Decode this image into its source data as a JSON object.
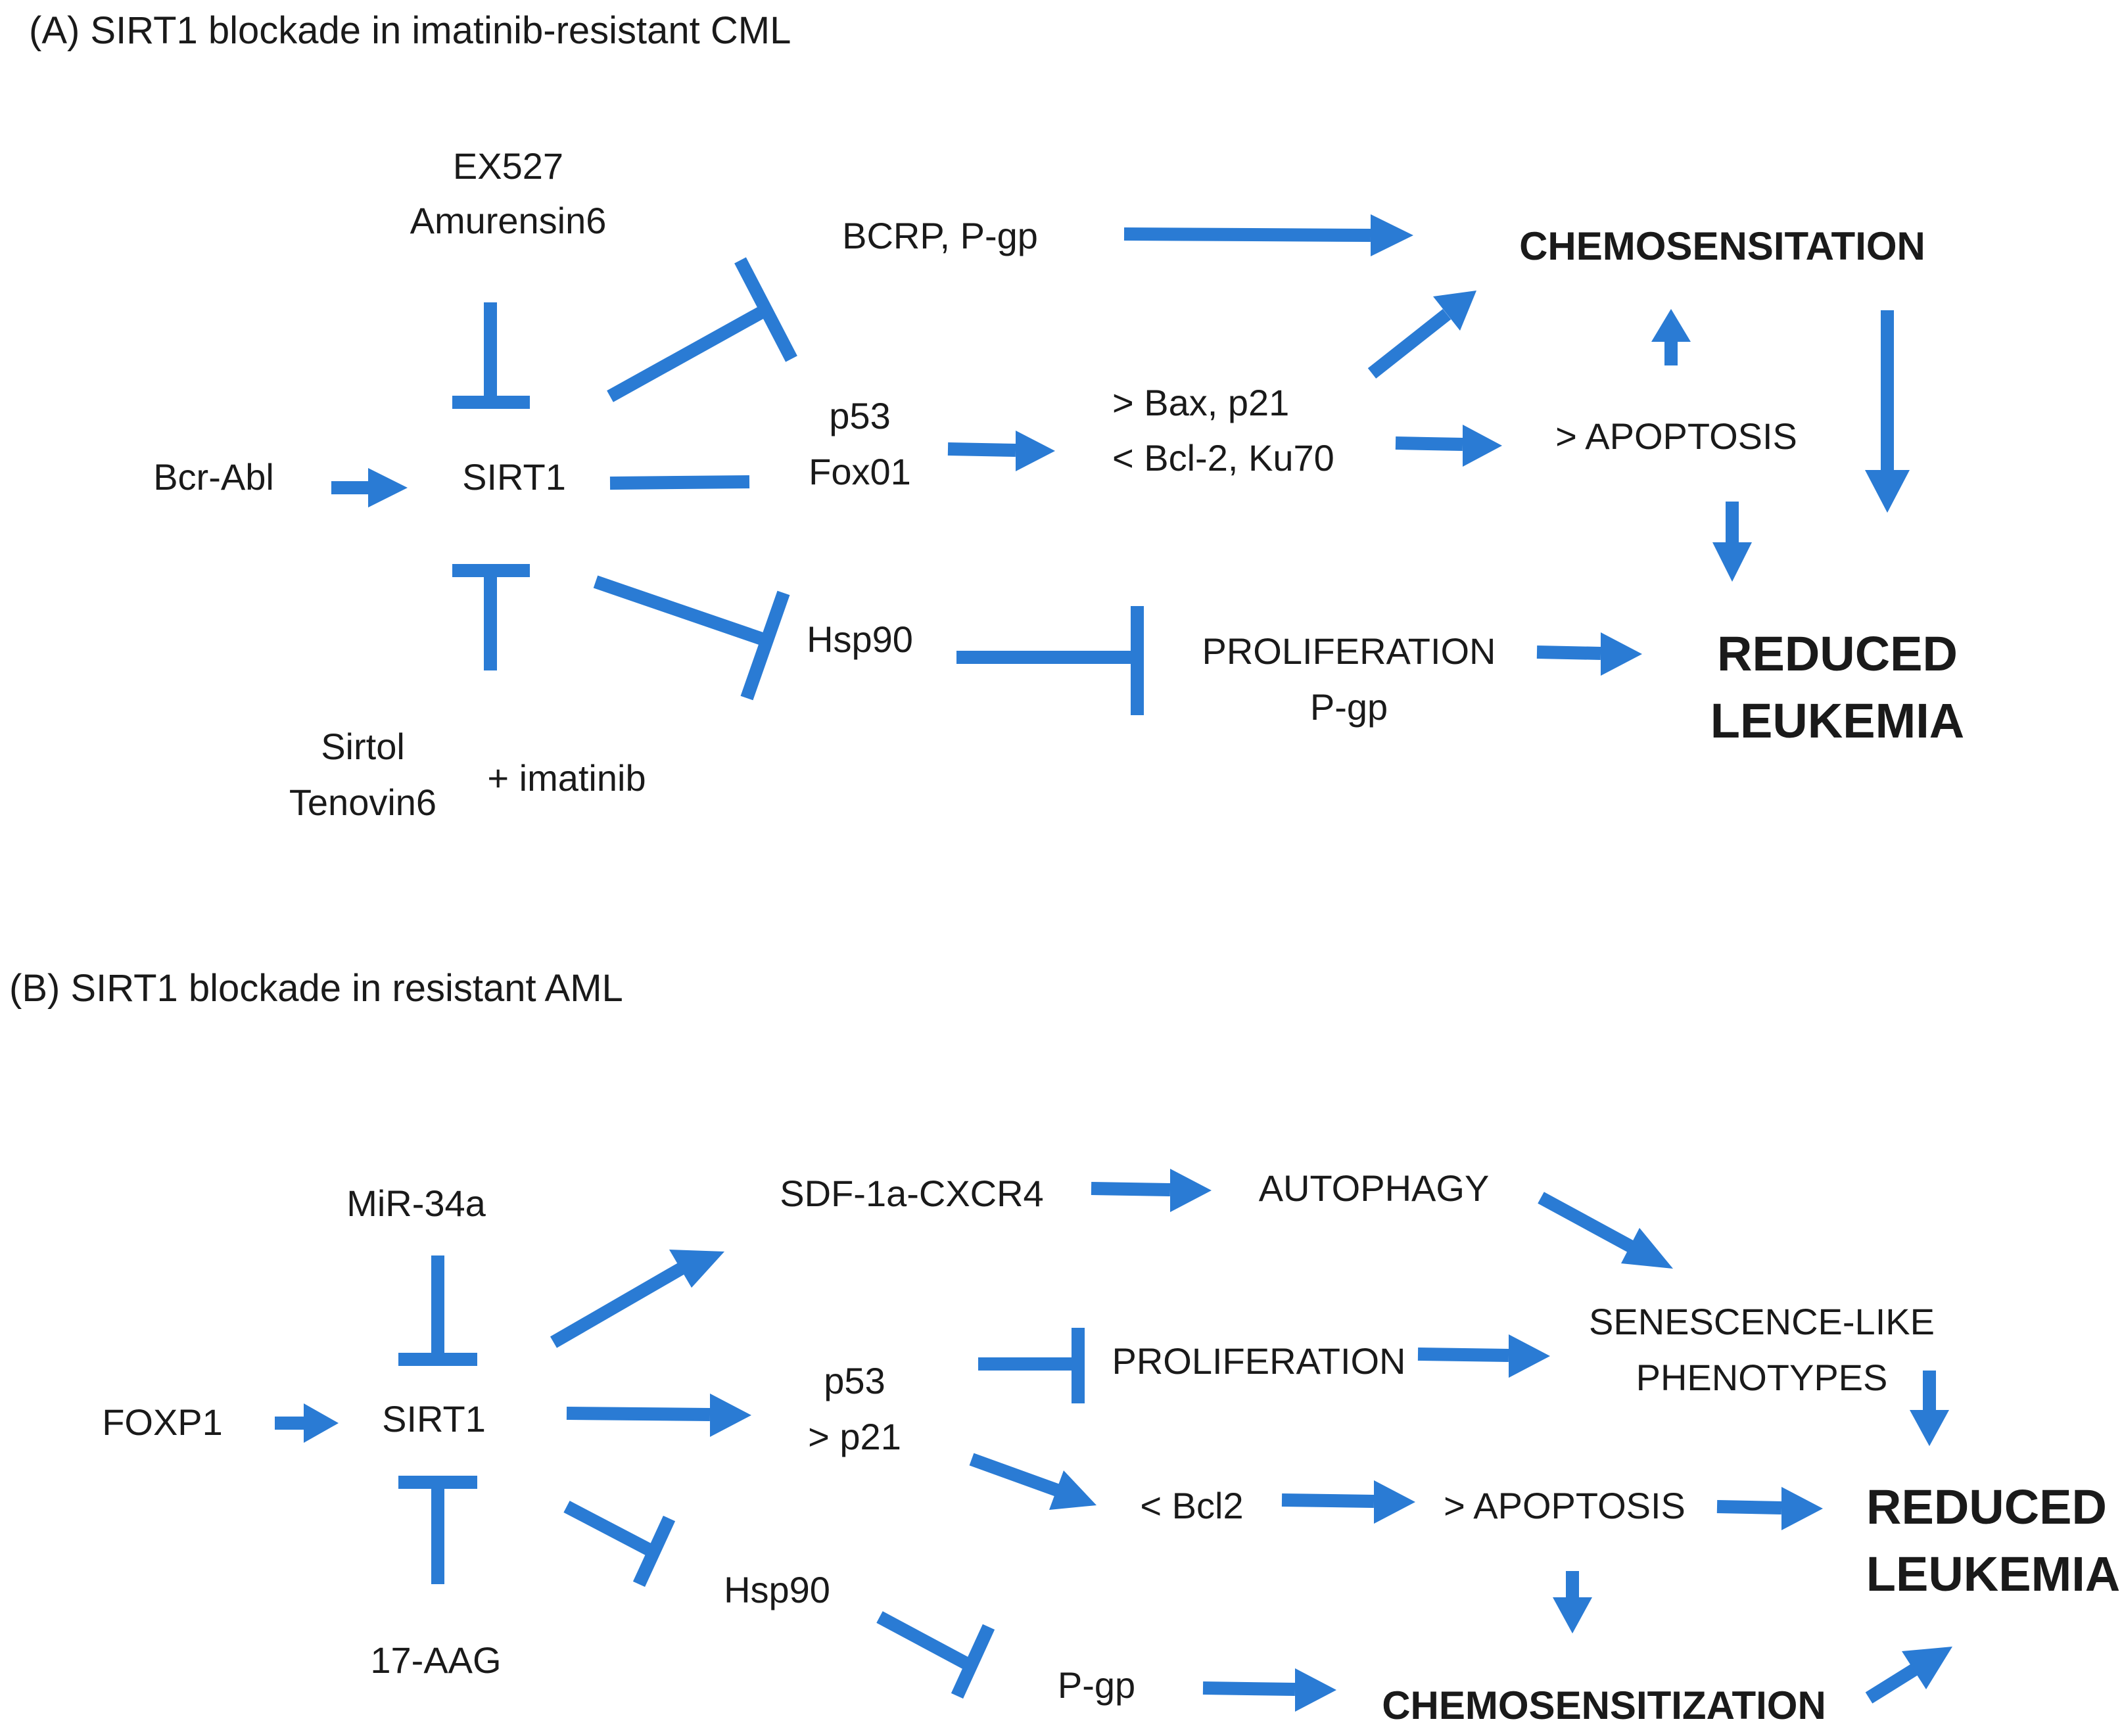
{
  "colors": {
    "arrow": "#2a7bd4",
    "text": "#1a1a1a",
    "background": "#ffffff"
  },
  "panel_a": {
    "title": "(A) SIRT1 blockade in imatinib-resistant CML",
    "ex527": "EX527",
    "amurensin6": "Amurensin6",
    "bcr_abl": "Bcr-Abl",
    "sirt1": "SIRT1",
    "sirtol": "Sirtol",
    "tenovin6": "Tenovin6",
    "imatinib": "+ imatinib",
    "bcrp_pgp": "BCRP, P-gp",
    "p53": "p53",
    "fox01": "Fox01",
    "hsp90": "Hsp90",
    "bax_p21": "> Bax, p21",
    "bcl2_ku70": "< Bcl-2, Ku70",
    "apoptosis": "> APOPTOSIS",
    "chemosensitation": "CHEMOSENSITATION",
    "proliferation": "PROLIFERATION",
    "pgp": "P-gp",
    "reduced": "REDUCED",
    "leukemia": "LEUKEMIA"
  },
  "panel_b": {
    "title": "(B) SIRT1 blockade in resistant AML",
    "mir34a": "MiR-34a",
    "foxp1": "FOXP1",
    "sirt1": "SIRT1",
    "aag17": "17-AAG",
    "sdf": "SDF-1a-CXCR4",
    "autophagy": "AUTOPHAGY",
    "senescence": "SENESCENCE-LIKE",
    "phenotypes": "PHENOTYPES",
    "p53": "p53",
    "p21": "> p21",
    "proliferation": "PROLIFERATION",
    "bcl2": "< Bcl2",
    "apoptosis": "> APOPTOSIS",
    "hsp90": "Hsp90",
    "pgp": "P-gp",
    "chemosensitization": "CHEMOSENSITIZATION",
    "reduced": "REDUCED",
    "leukemia": "LEUKEMIA"
  }
}
